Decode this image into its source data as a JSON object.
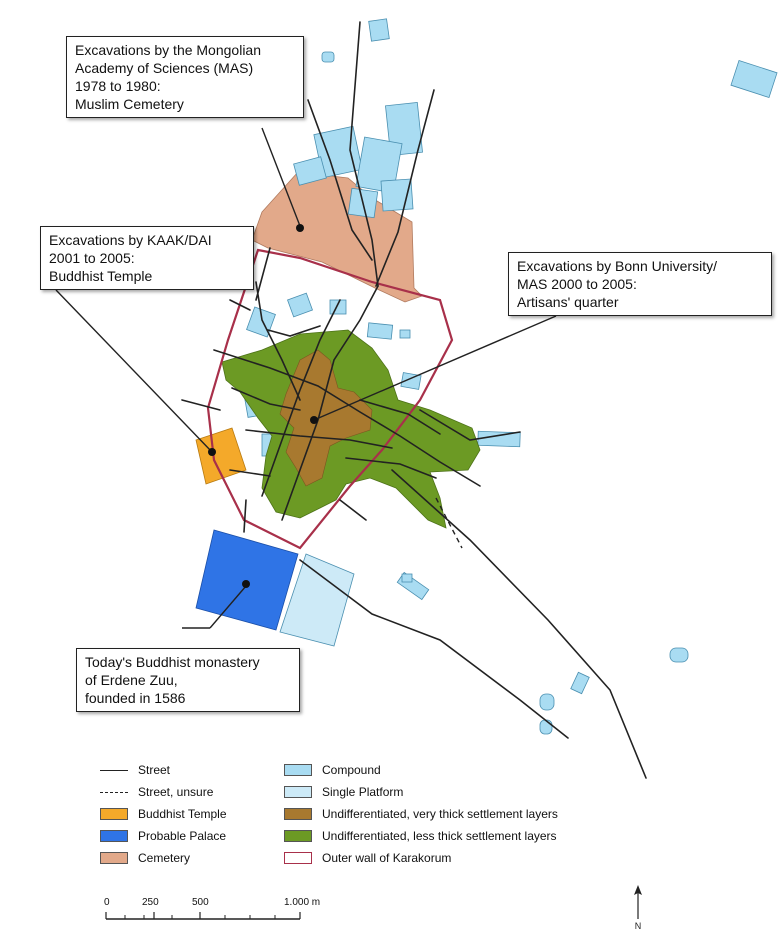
{
  "callouts": {
    "mas": {
      "lines": [
        "Excavations by the Mongolian",
        "Academy of Sciences (MAS)",
        "1978 to 1980:",
        "Muslim Cemetery"
      ]
    },
    "kaak": {
      "lines": [
        "Excavations by KAAK/DAI",
        "2001 to 2005:",
        "Buddhist Temple"
      ]
    },
    "bonn": {
      "lines": [
        "Excavations by Bonn University/",
        "MAS 2000 to 2005:",
        "Artisans' quarter"
      ]
    },
    "erdene": {
      "lines": [
        "Today's Buddhist monastery",
        "of Erdene Zuu,",
        "founded in 1586"
      ]
    }
  },
  "legend": {
    "street": "Street",
    "street_unsure": "Street, unsure",
    "buddhist_temple": "Buddhist Temple",
    "probable_palace": "Probable Palace",
    "cemetery": "Cemetery",
    "compound": "Compound",
    "single_platform": "Single Platform",
    "very_thick": "Undifferentiated, very thick settlement layers",
    "less_thick": "Undifferentiated, less thick settlement layers",
    "outer_wall": "Outer wall of Karakorum"
  },
  "scale": {
    "ticks": [
      "0",
      "250",
      "500",
      "1.000 m"
    ]
  },
  "north_label": "N",
  "colors": {
    "compound": "#a9dcf2",
    "single_platform": "#cdeaf7",
    "cemetery": "#e2a98a",
    "buddhist_temple": "#f4a92a",
    "probable_palace": "#2f74e6",
    "very_thick": "#a8792f",
    "less_thick": "#6c9a24",
    "outer_wall": "#a8304a",
    "street": "#222222"
  }
}
